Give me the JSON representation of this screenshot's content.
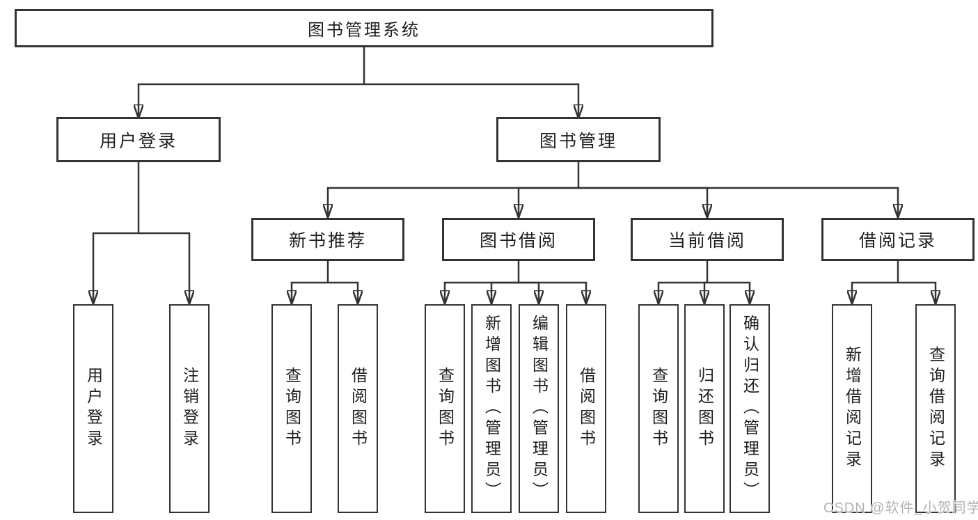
{
  "colors": {
    "background": "#ffffff",
    "line": "#333333",
    "box_border": "#333333",
    "text": "#1f1f1f",
    "watermark": "#b3b3b3"
  },
  "watermark": {
    "text": "CSDN @软件_小贺同学"
  },
  "tree": {
    "root": {
      "label": "图书管理系统",
      "children": [
        {
          "label": "用户登录",
          "children": [
            {
              "label": "用户登录"
            },
            {
              "label": "注销登录"
            }
          ]
        },
        {
          "label": "图书管理",
          "children": [
            {
              "label": "新书推荐",
              "children": [
                {
                  "label": "查询图书"
                },
                {
                  "label": "借阅图书"
                }
              ]
            },
            {
              "label": "图书借阅",
              "children": [
                {
                  "label": "查询图书"
                },
                {
                  "label": "新增图书（管理员）"
                },
                {
                  "label": "编辑图书（管理员）"
                },
                {
                  "label": "借阅图书"
                }
              ]
            },
            {
              "label": "当前借阅",
              "children": [
                {
                  "label": "查询图书"
                },
                {
                  "label": "归还图书"
                },
                {
                  "label": "确认归还（管理员）"
                }
              ]
            },
            {
              "label": "借阅记录",
              "children": [
                {
                  "label": "新增借阅记录"
                },
                {
                  "label": "查询借阅记录"
                }
              ]
            }
          ]
        }
      ]
    }
  }
}
